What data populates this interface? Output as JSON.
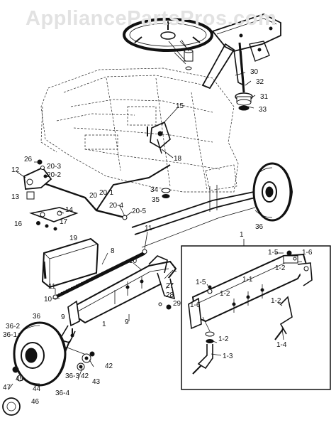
{
  "watermark": "AppliancePartsPros.com",
  "labels": {
    "l30": "30",
    "l32": "32",
    "l31": "31",
    "l33": "33",
    "l15": "15",
    "l18": "18",
    "l34": "34",
    "l35": "35",
    "l36a": "36",
    "l26": "26",
    "l20_3": "20-3",
    "l12": "12",
    "l20_2": "20-2",
    "l20": "20",
    "l20_1": "20-1",
    "l13": "13",
    "l14": "14",
    "l20_4": "20-4",
    "l20_5": "20-5",
    "l16": "16",
    "l17": "17",
    "l19": "19",
    "l11a": "11",
    "l8": "8",
    "l10a": "10",
    "l1a": "1",
    "l11b": "11",
    "l10b": "10",
    "l9a": "9",
    "l1b": "1",
    "l9b": "9",
    "l27": "27",
    "l28": "28",
    "l29": "29",
    "l36b": "36",
    "l36_2": "36-2",
    "l36_1": "36-1",
    "l45": "45",
    "l47": "47",
    "l44": "44",
    "l46": "46",
    "l36_3": "36-3",
    "l42a": "42",
    "l42b": "42",
    "l43": "43",
    "l36_4": "36-4",
    "l1c": "1",
    "l1_5a": "1-5",
    "l1_6a": "1-6",
    "l1_2a": "1-2",
    "l1_1": "1-1",
    "l1_5b": "1-5",
    "l1_2b": "1-2",
    "l1_6b": "1-6",
    "l1_2c": "1-2",
    "l1_2d": "1-2",
    "l1_4": "1-4",
    "l1_3": "1-3"
  }
}
